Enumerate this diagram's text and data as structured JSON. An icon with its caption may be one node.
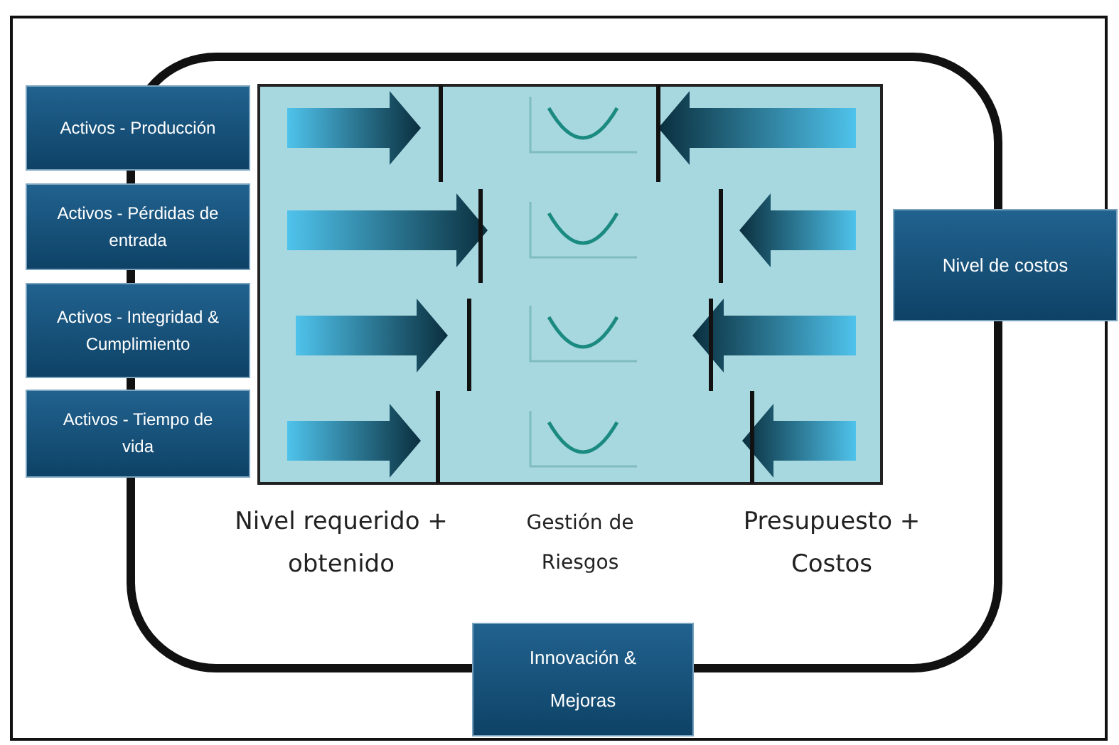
{
  "diagram": {
    "nodes": [
      {
        "text": [
          "Activos - Producción"
        ]
      },
      {
        "text": [
          "Activos - Pérdidas de entrada"
        ]
      },
      {
        "text": [
          "Activos - Integridad & Cumplimiento"
        ]
      },
      {
        "text": [
          "Activos - Tiempo de vida"
        ]
      },
      {
        "text": [
          "Nivel de costos"
        ]
      },
      {
        "text": [
          "Innovación & Mejoras"
        ]
      }
    ],
    "labels": [
      "Nivel requerido + obtenido",
      "Gestión de Riesgos",
      "Presupuesto + Costos"
    ]
  }
}
